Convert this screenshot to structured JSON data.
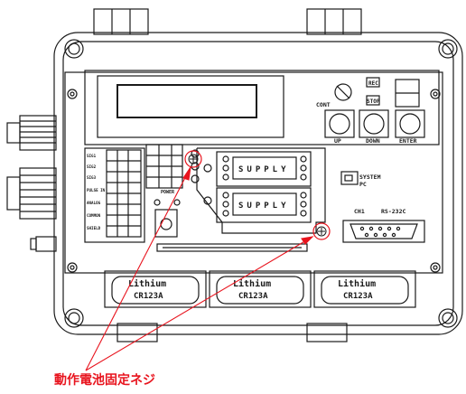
{
  "labels": {
    "cont": "CONT",
    "rec": "REC",
    "stop": "STOP",
    "up": "UP",
    "down": "DOWN",
    "enter": "ENTER",
    "system": "SYSTEM",
    "pc": "PC",
    "ch1": "CH1",
    "rs232c": "RS-232C",
    "supply": "SUPPLY",
    "power": "POWER",
    "terminal_left": [
      "SIG1",
      "SIG2",
      "SIG3",
      "PULSE IN",
      "ANALOG",
      "COMMON",
      "SHIELD"
    ]
  },
  "batteries": [
    {
      "brand": "Lithium",
      "model": "CR123A"
    },
    {
      "brand": "Lithium",
      "model": "CR123A"
    },
    {
      "brand": "Lithium",
      "model": "CR123A"
    }
  ],
  "caption": "動作電池固定ネジ",
  "colors": {
    "line": "#1a1a1a",
    "accent": "#e8141e"
  }
}
